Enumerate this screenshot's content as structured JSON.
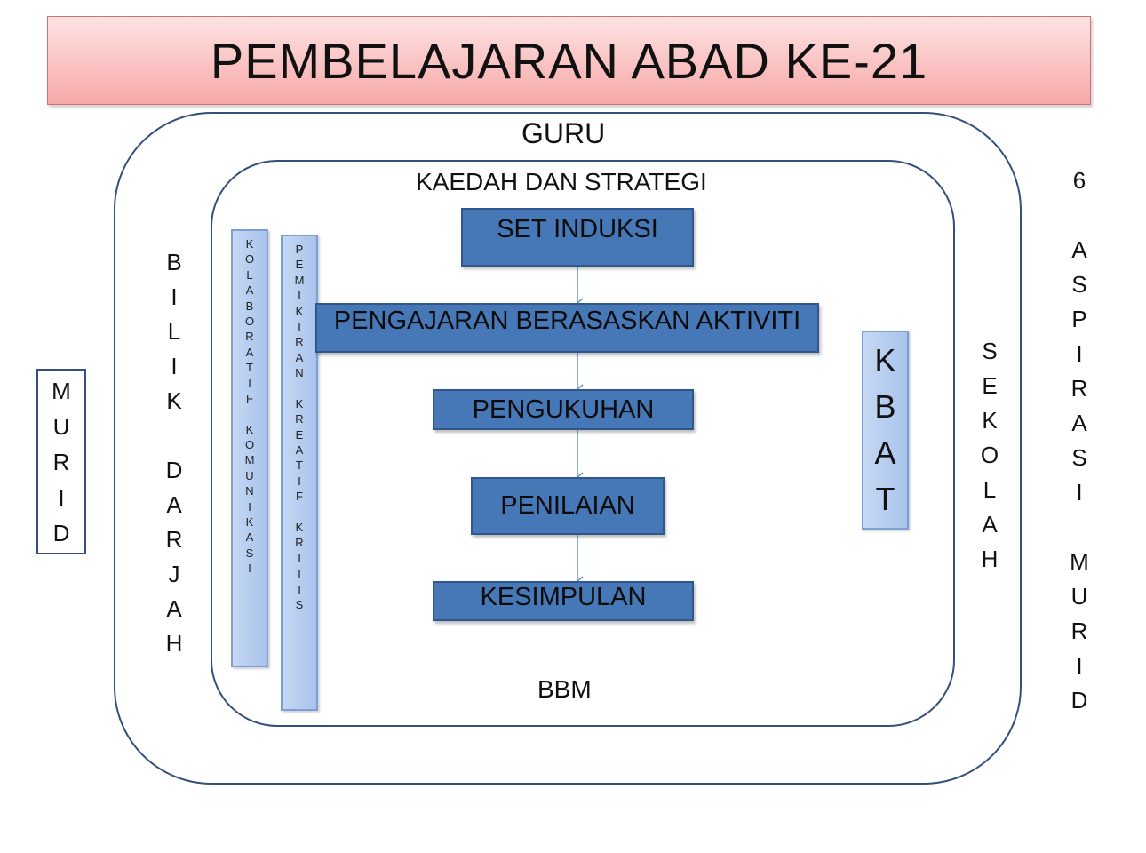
{
  "title": "PEMBELAJARAN ABAD KE-21",
  "outer_label": "GURU",
  "inner_label": "KAEDAH DAN STRATEGI",
  "bottom_label": "BBM",
  "left_outside_label": "MURID",
  "left_vertical_label": "BILIK DARJAH",
  "right_vertical_label": "SEKOLAH",
  "far_right_label": "6 ASPIRASI MURID",
  "pillars": [
    "KOLABORATIF KOMUNIKASI",
    "PEMIKIRAN KREATIF KRITIS"
  ],
  "steps": [
    "SET INDUKSI",
    "PENGAJARAN BERASASKAN AKTIVITI",
    "PENGUKUHAN",
    "PENILAIAN",
    "KESIMPULAN"
  ],
  "side_box": "KBAT",
  "colors": {
    "title_fill": "#f7a8a8",
    "step_fill": "#4677b6",
    "pillar_fill": "#b7cdef",
    "frame_stroke": "#33507a"
  }
}
